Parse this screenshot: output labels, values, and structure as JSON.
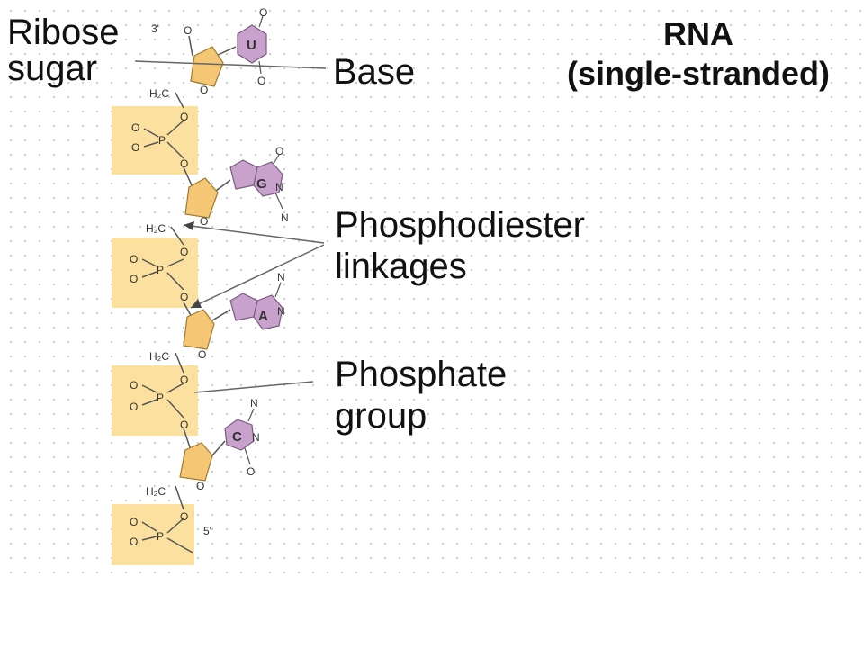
{
  "labels": {
    "ribose_line1": "Ribose",
    "ribose_line2": "sugar",
    "base": "Base",
    "title_line1": "RNA",
    "title_line2": "(single-stranded)",
    "phosphodiester_line1": "Phosphodiester",
    "phosphodiester_line2": "linkages",
    "phosphate_line1": "Phosphate",
    "phosphate_line2": "group"
  },
  "structure": {
    "three_prime": "3'",
    "five_prime": "5'",
    "h2c": "H₂C",
    "o": "O",
    "p": "P",
    "n": "N",
    "bases": [
      "U",
      "G",
      "A",
      "C"
    ]
  },
  "colors": {
    "phosphate_box": "#fbe0a0",
    "ribose_sugar": "#f5c775",
    "base_ring": "#c8a2cc",
    "line": "#555555"
  }
}
